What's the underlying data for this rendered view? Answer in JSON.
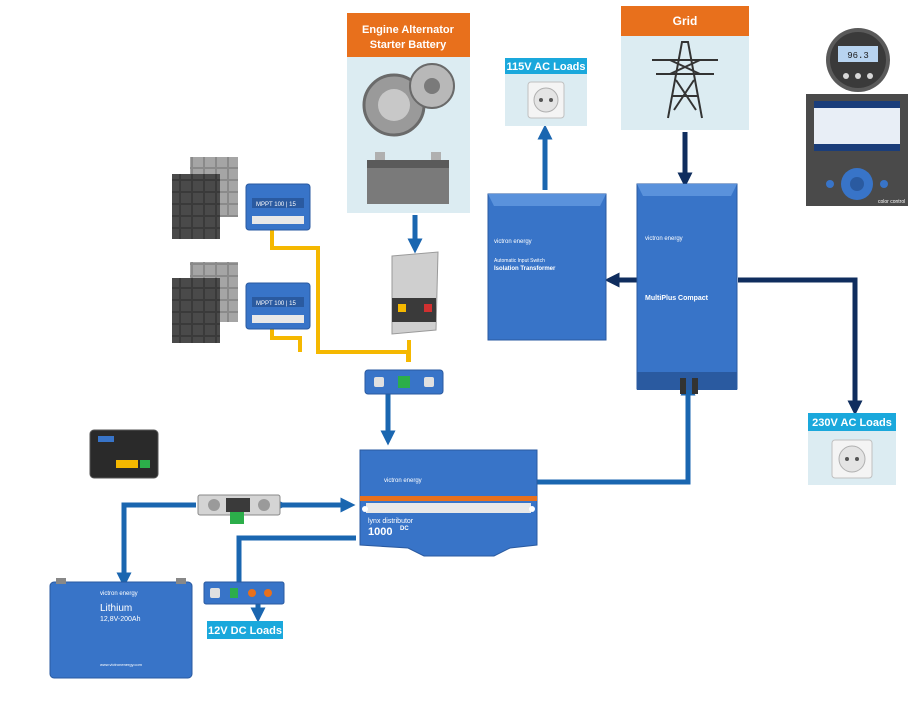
{
  "colors": {
    "victron_blue": "#3874c8",
    "arrow_blue": "#1a66b0",
    "navy": "#0f2d5e",
    "orange": "#e8701c",
    "yellow_cable": "#f5b800",
    "label_cyan": "#1aa8dc",
    "pale_bg": "#dcecf2"
  },
  "labels": {
    "engine": "Engine Alternator\nStarter Battery",
    "grid": "Grid",
    "ac115": "115V AC Loads",
    "ac230": "230V AC Loads",
    "dc12": "12V DC Loads"
  },
  "devices": {
    "mppt_top": "MPPT 100 | 15",
    "mppt_bottom": "MPPT 100 | 15",
    "isolation": "Isolation Transformer",
    "isolation_sub": "Automatic Input Switch",
    "multiplus": "MultiPlus Compact",
    "lynx": "lynx distributor",
    "lynx_num": "1000",
    "lynx_dc": "DC",
    "battery": "Lithium",
    "battery_spec": "12,8V-200Ah",
    "battery_site": "www.victronenergy.com",
    "brand": "victron energy",
    "bmv_reading": "96.3",
    "cerbo": "color control"
  },
  "icons": [
    "solar-panel-icon",
    "pylon-icon",
    "outlet-icon",
    "alternator-icon",
    "starter-battery-icon"
  ]
}
